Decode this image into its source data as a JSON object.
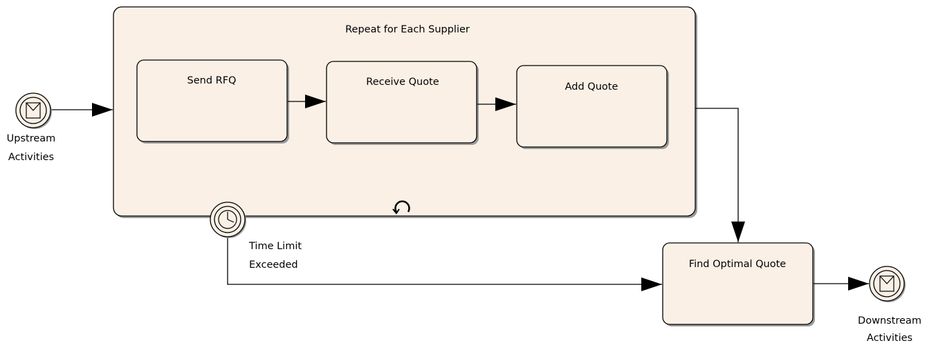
{
  "subprocess": {
    "title": "Repeat for Each Supplier",
    "loop_marker": "loop-icon"
  },
  "tasks": {
    "send_rfq": "Send RFQ",
    "receive_quote": "Receive Quote",
    "add_quote": "Add Quote",
    "find_optimal_quote": "Find Optimal Quote"
  },
  "events": {
    "start": {
      "label_line1": "Upstream",
      "label_line2": "Activities",
      "icon": "envelope-icon"
    },
    "timer": {
      "label_line1": "Time Limit",
      "label_line2": "Exceeded",
      "icon": "clock-icon"
    },
    "end": {
      "label_line1": "Downstream",
      "label_line2": "Activities",
      "icon": "envelope-icon"
    }
  },
  "colors": {
    "shape_fill": "#faf0e6",
    "stroke": "#000000",
    "shadow": "#9a9a9a"
  }
}
